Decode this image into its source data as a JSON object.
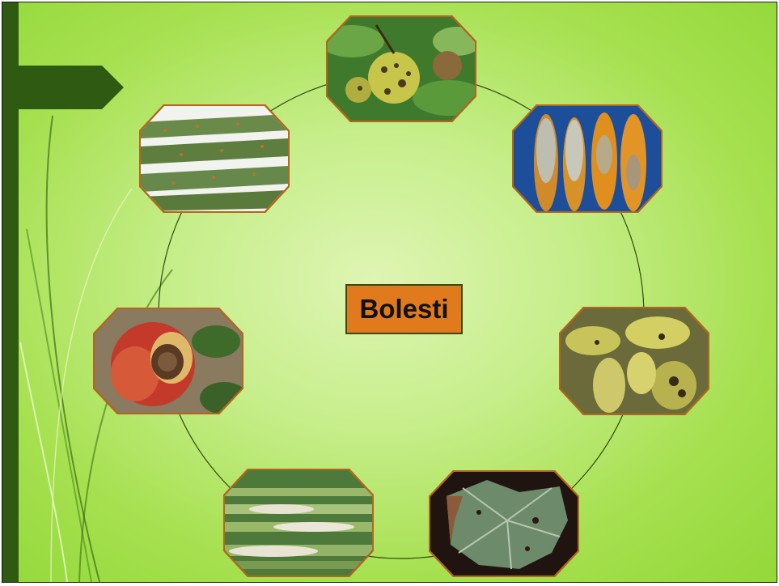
{
  "title": "Bolesti",
  "colors": {
    "accent_dark_green": "#2f5a12",
    "title_box_fill": "#e07a1c",
    "frame_border": "#b5651d"
  },
  "images": [
    {
      "name": "apple-scab-fruit-photo",
      "icon": "apple-scab-photo"
    },
    {
      "name": "corn-ear-rot-photo",
      "icon": "corn-cobs-photo"
    },
    {
      "name": "potato-leaf-blight-photo",
      "icon": "yellow-leaves-photo"
    },
    {
      "name": "grape-leaf-spot-photo",
      "icon": "spotted-leaf-photo"
    },
    {
      "name": "stem-lesion-photo",
      "icon": "stem-lesion-photo"
    },
    {
      "name": "apple-rot-photo",
      "icon": "rotten-apple-photo"
    },
    {
      "name": "leaf-spot-blades-photo",
      "icon": "spotted-blades-photo"
    }
  ]
}
